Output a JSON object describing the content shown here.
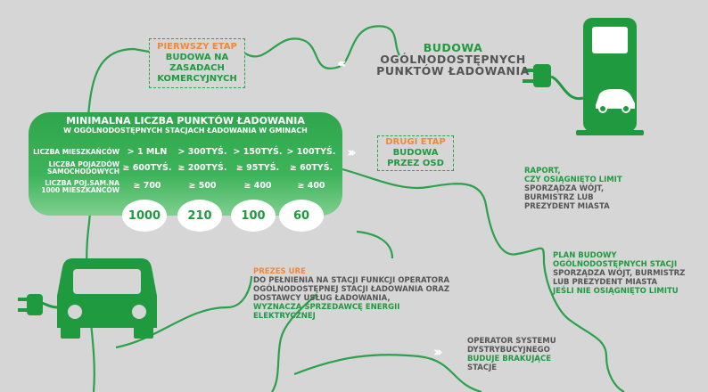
{
  "etap1": {
    "label": "PIERWSZY ETAP",
    "line1": "BUDOWA NA",
    "line2": "ZASADACH",
    "line3": "KOMERCYJNYCH"
  },
  "budowa": {
    "line1": "BUDOWA",
    "line2": "OGÓLNODOSTĘPNYCH",
    "line3": "PUNKTÓW ŁADOWANIA"
  },
  "panel": {
    "title": "MINIMALNA LICZBA PUNKTÓW ŁADOWANIA",
    "subtitle": "W OGÓLNODOSTĘPNYCH STACJACH ŁADOWANIA W GMINACH",
    "rows": [
      {
        "label1": "LICZBA MIESZKAŃCÓW",
        "label2": "",
        "values": [
          "> 1 MLN",
          "> 300TYŚ.",
          "> 150TYŚ.",
          "> 100TYŚ."
        ]
      },
      {
        "label1": "LICZBA POJAZDÓW",
        "label2": "SAMOCHODOWYCH",
        "values": [
          "≥ 600TYŚ.",
          "≥ 200TYŚ.",
          "≥ 95TYŚ.",
          "≥ 60TYŚ."
        ]
      },
      {
        "label1": "LICZBA POJ.SAM.NA",
        "label2": "1000 MIESZKAŃCÓW",
        "values": [
          "≥ 700",
          "≥ 500",
          "≥ 400",
          "≥ 400"
        ]
      }
    ],
    "circles": [
      "1000",
      "210",
      "100",
      "60"
    ]
  },
  "etap2": {
    "label": "DRUGI ETAP",
    "line1": "BUDOWA",
    "line2": "PRZEZ OSD"
  },
  "raport": {
    "line1": "RAPORT,",
    "line2": "CZY OSIĄGNIĘTO LIMIT",
    "line3": "SPORZĄDZA WÓJT,",
    "line4": "BURMISTRZ LUB",
    "line5": "PREZYDENT MIASTA"
  },
  "plan": {
    "line1": "PLAN BUDOWY",
    "line2": "OGÓLNODOSTĘPNYCH STACJI",
    "line3": "SPORZĄDZA WÓJT, BURMISTRZ",
    "line4": "LUB PREZYDENT MIASTA",
    "line5": "JEŚLI NIE OSIĄGNIĘTO LIMITU"
  },
  "prezes": {
    "label": "PREZES URE",
    "line1": "DO PEŁNIENIA NA STACJI FUNKCJI OPERATORA",
    "line2": "OGÓLNODOSTĘPNEJ STACJI ŁADOWANIA ORAZ",
    "line3": "DOSTAWCY USŁUG ŁADOWANIA,",
    "line4": "WYZNACZA SPRZEDAWCĘ ENERGII",
    "line5": "ELEKTRYCZNEJ"
  },
  "operator": {
    "line1": "OPERATOR SYSTEMU",
    "line2": "DYSTRYBUCYJNEGO",
    "line3": "BUDUJE BRAKUJĄCE",
    "line4": "STACJE"
  },
  "colors": {
    "green": "#1f9a3f",
    "orange": "#f0883a",
    "gray": "#555555",
    "background": "#d6d6d6"
  },
  "icons": [
    "charging-station-icon",
    "car-icon",
    "plug-icon",
    "chevron-arrows-icon"
  ]
}
